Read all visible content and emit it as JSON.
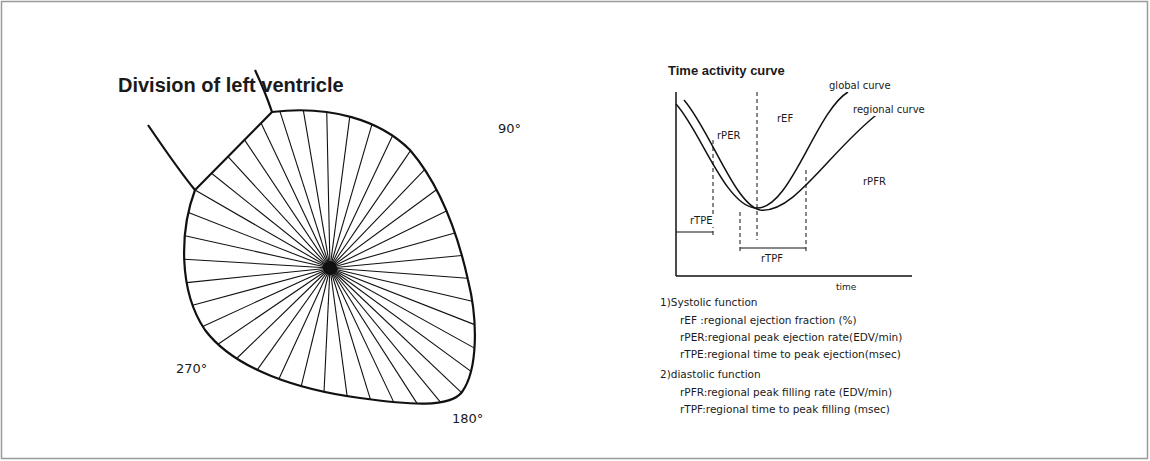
{
  "diagram": {
    "labels": [
      "Division of left ventricle",
      "90°",
      "270°",
      "180°",
      "Time activity curve",
      "global curve",
      "regional curve",
      "rEF",
      "rPER",
      "rPFR",
      "rTPE",
      "rTPF",
      "time",
      "1)Systolic function",
      "rEF :regional ejection fraction (%)",
      "rPER:regional peak ejection rate(EDV/min)",
      "rTPE:regional time to peak ejection(msec)",
      "2)diastolic function",
      "rPFR:regional peak filling rate (EDV/min)",
      "rTPF:regional time to peak filling (msec)"
    ]
  }
}
